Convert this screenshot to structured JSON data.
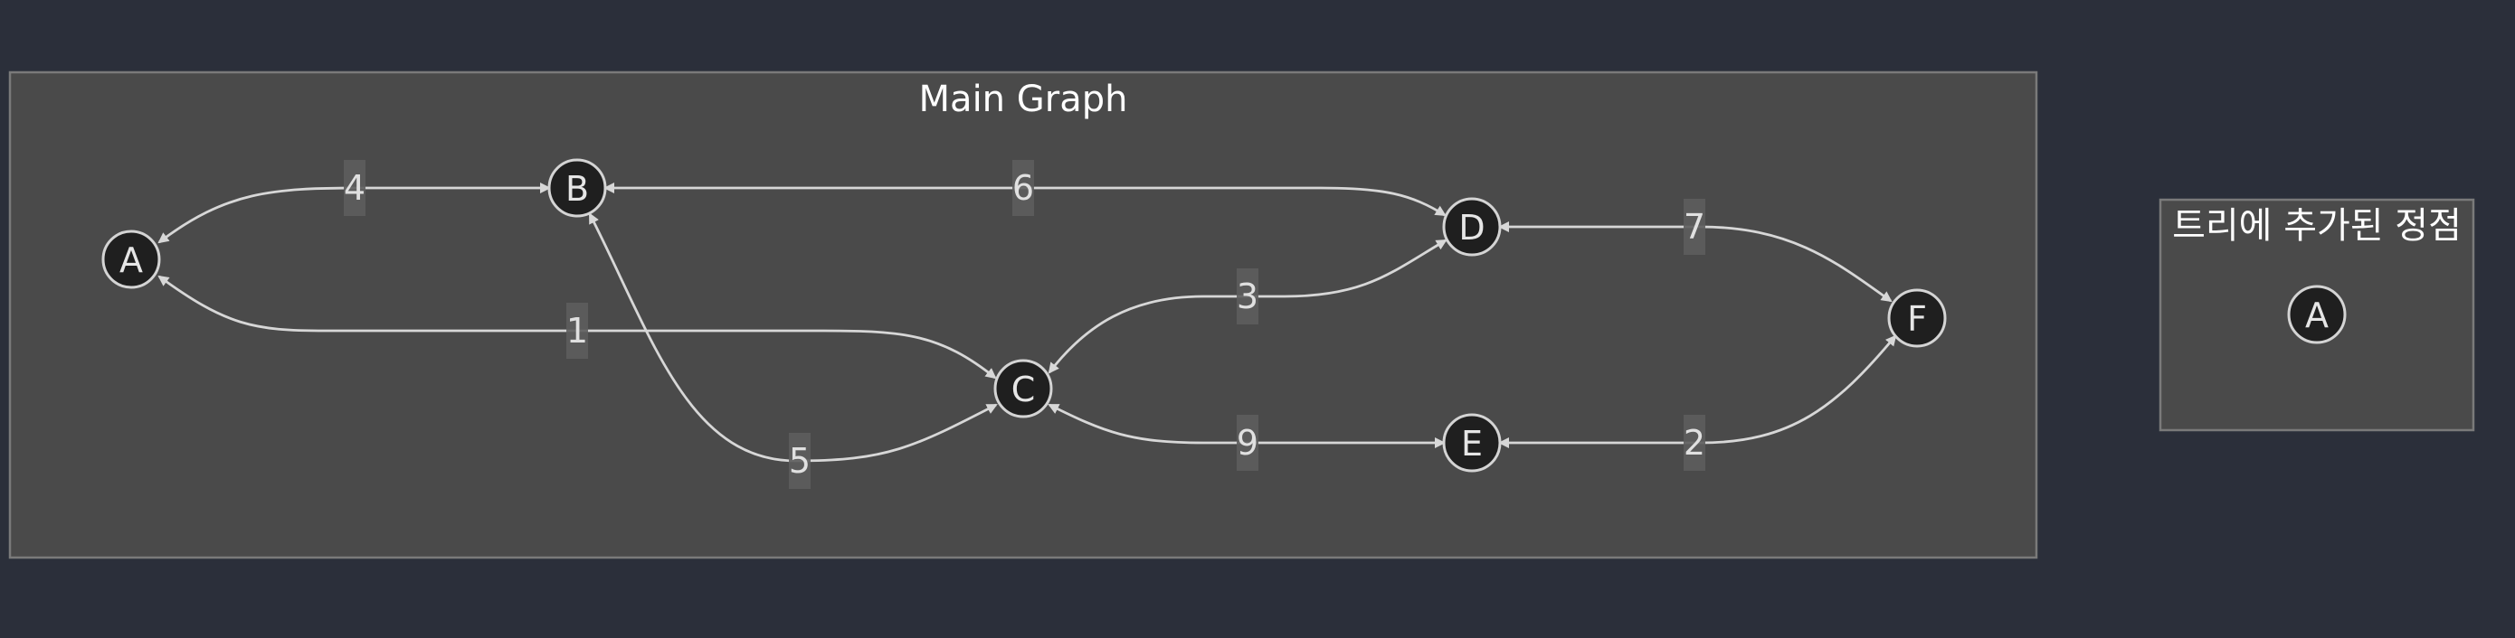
{
  "main_graph": {
    "title": "Main Graph",
    "nodes": [
      {
        "id": "A",
        "label": "A"
      },
      {
        "id": "B",
        "label": "B"
      },
      {
        "id": "C",
        "label": "C"
      },
      {
        "id": "D",
        "label": "D"
      },
      {
        "id": "E",
        "label": "E"
      },
      {
        "id": "F",
        "label": "F"
      }
    ],
    "edges": [
      {
        "from": "B",
        "to": "A",
        "weight": "4",
        "direction": "both"
      },
      {
        "from": "A",
        "to": "C",
        "weight": "1",
        "direction": "both"
      },
      {
        "from": "B",
        "to": "D",
        "weight": "6",
        "direction": "both"
      },
      {
        "from": "B",
        "to": "C",
        "weight": "5",
        "direction": "both"
      },
      {
        "from": "D",
        "to": "C",
        "weight": "3",
        "direction": "both"
      },
      {
        "from": "C",
        "to": "E",
        "weight": "9",
        "direction": "both"
      },
      {
        "from": "D",
        "to": "F",
        "weight": "7",
        "direction": "both"
      },
      {
        "from": "E",
        "to": "F",
        "weight": "2",
        "direction": "both"
      }
    ]
  },
  "tree_graph": {
    "title": "트리에 추가된 정점",
    "nodes": [
      {
        "id": "A",
        "label": "A"
      }
    ]
  },
  "colors": {
    "background": "#2b2f3a",
    "cluster_fill": "#4a4a4a",
    "cluster_border": "#7a7a7a",
    "node_fill": "#1f1f1f",
    "node_border": "#d4d4d4",
    "edge": "#d7d7d7",
    "text": "#ffffff"
  }
}
